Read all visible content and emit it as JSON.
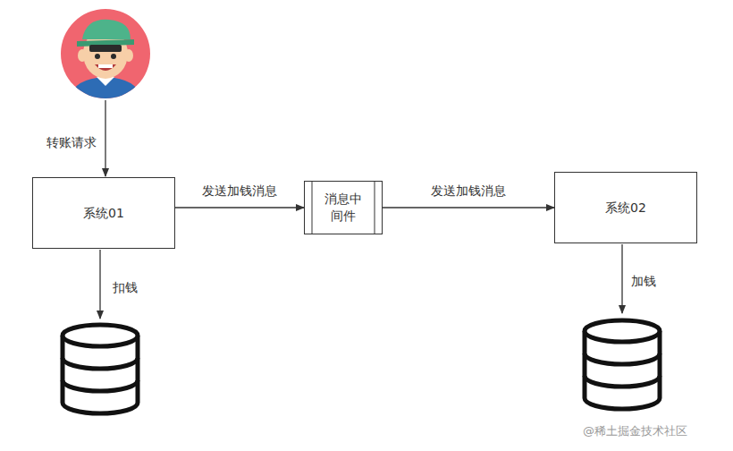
{
  "diagram": {
    "nodes": [
      {
        "text": [
          "系统01"
        ]
      },
      {
        "text": [
          "消息中 间件"
        ]
      },
      {
        "text": [
          "系统02"
        ]
      }
    ],
    "edges": [
      {
        "from": 0,
        "to": 1,
        "label": "发送加钱消息",
        "arrow": "to"
      },
      {
        "from": 1,
        "to": 2,
        "label": "发送加钱消息",
        "arrow": "to"
      }
    ],
    "labels": [
      "转账请求",
      "扣钱",
      "加钱",
      "@稀土掘金技术社区"
    ]
  }
}
